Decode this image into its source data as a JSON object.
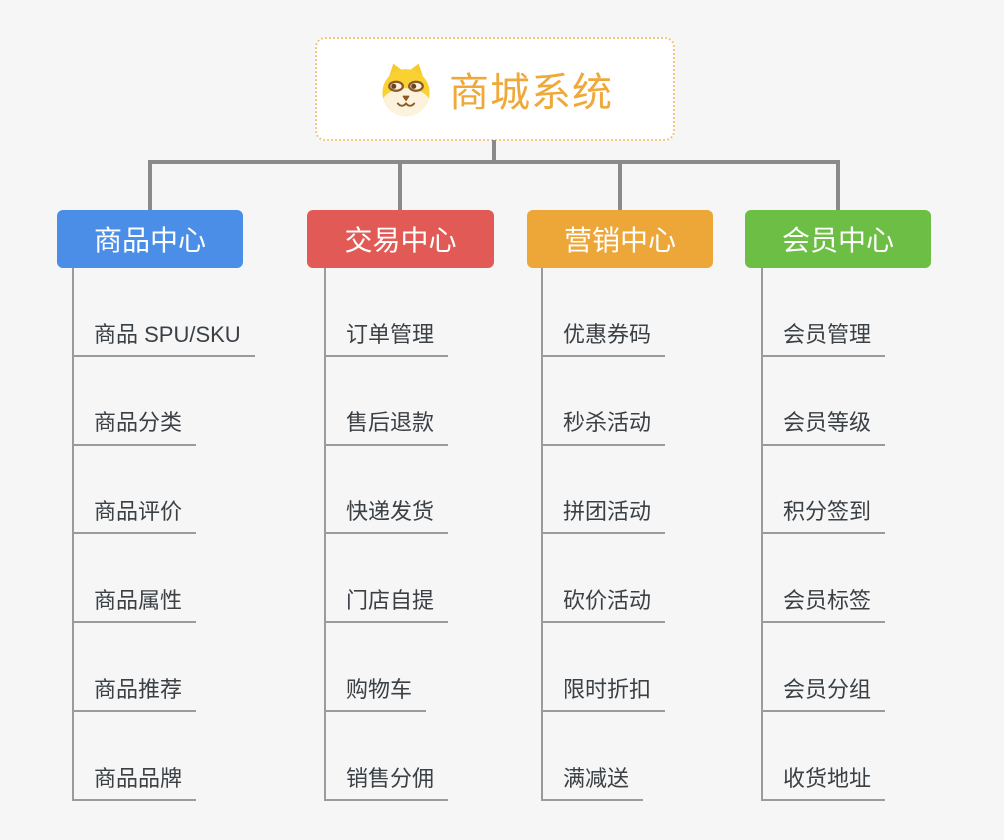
{
  "page": {
    "background_color": "#f6f6f6",
    "connector_color": "#8a8a8a",
    "leaf_line_color": "#9b9b9b",
    "leaf_text_color": "#3b4045"
  },
  "root": {
    "title": "商城系统",
    "title_color": "#efa93b",
    "border_color": "#f3c77e",
    "icon": "doge-face-icon"
  },
  "branches": [
    {
      "label": "商品中心",
      "color": "#4a8ee8",
      "children": [
        "商品 SPU/SKU",
        "商品分类",
        "商品评价",
        "商品属性",
        "商品推荐",
        "商品品牌"
      ]
    },
    {
      "label": "交易中心",
      "color": "#e25a56",
      "children": [
        "订单管理",
        "售后退款",
        "快递发货",
        "门店自提",
        "购物车",
        "销售分佣"
      ]
    },
    {
      "label": "营销中心",
      "color": "#eda638",
      "children": [
        "优惠券码",
        "秒杀活动",
        "拼团活动",
        "砍价活动",
        "限时折扣",
        "满减送"
      ]
    },
    {
      "label": "会员中心",
      "color": "#6cbe45",
      "children": [
        "会员管理",
        "会员等级",
        "积分签到",
        "会员标签",
        "会员分组",
        "收货地址"
      ]
    }
  ]
}
